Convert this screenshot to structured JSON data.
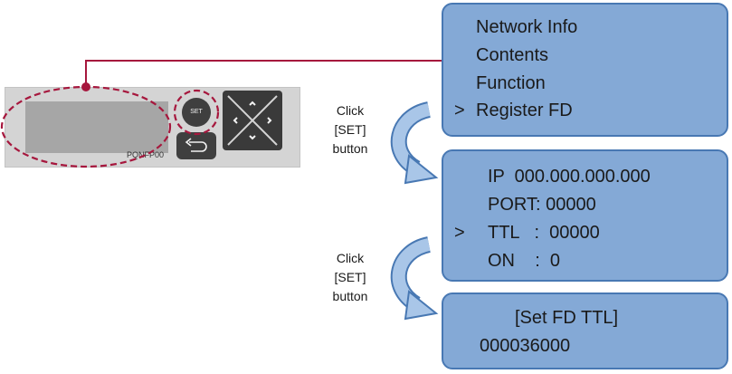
{
  "device": {
    "set_button_label": "SET",
    "model_text": "PQNFP00",
    "buttons": [
      "set",
      "back",
      "up",
      "down",
      "left",
      "right"
    ]
  },
  "screens": [
    {
      "id": "menu",
      "lines": [
        {
          "cursor": "",
          "text": "Network Info"
        },
        {
          "cursor": "",
          "text": "Contents"
        },
        {
          "cursor": "",
          "text": "Function"
        },
        {
          "cursor": ">",
          "text": "Register FD"
        }
      ]
    },
    {
      "id": "register-fd",
      "lines": [
        {
          "cursor": "",
          "text": "IP  000.000.000.000"
        },
        {
          "cursor": "",
          "text": "PORT: 00000"
        },
        {
          "cursor": ">",
          "text": "TTL   :  00000"
        },
        {
          "cursor": "",
          "text": "ON    :  0"
        }
      ]
    },
    {
      "id": "set-fd-ttl",
      "lines": [
        {
          "cursor": "",
          "text": "[Set FD TTL]"
        },
        {
          "cursor": "",
          "text": "000036000"
        }
      ]
    }
  ],
  "captions": [
    {
      "lines": [
        "Click",
        "[SET]",
        "button"
      ]
    },
    {
      "lines": [
        "Click",
        "[SET]",
        "button"
      ]
    }
  ],
  "colors": {
    "screen_fill": "#84a9d6",
    "screen_border": "#4878b3",
    "highlight": "#a6173d",
    "arrow": "#6f9fd3",
    "device": "#d4d4d4",
    "button": "#3f3f3f"
  }
}
